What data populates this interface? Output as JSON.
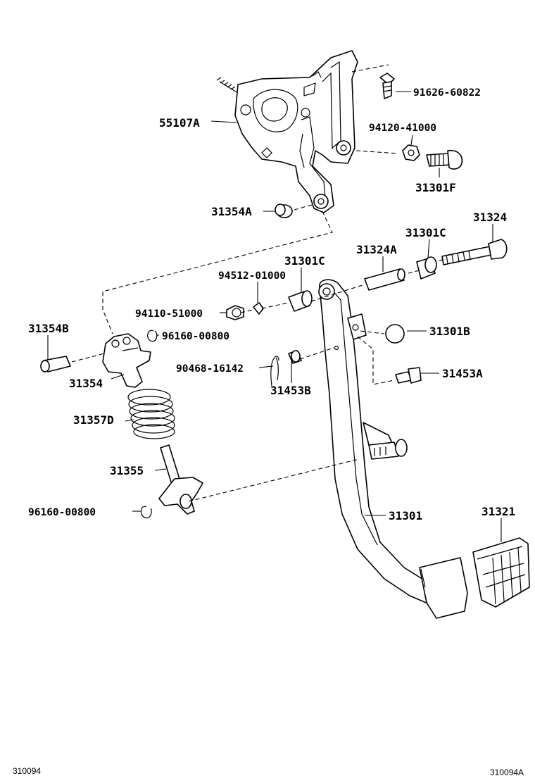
{
  "diagram": {
    "labels": {
      "p91626": "91626-60822",
      "p55107A": "55107A",
      "p94120": "94120-41000",
      "p31301F": "31301F",
      "p31354A": "31354A",
      "p31324": "31324",
      "p31301C_right": "31301C",
      "p31324A": "31324A",
      "p31301C_left": "31301C",
      "p94512": "94512-01000",
      "p94110": "94110-51000",
      "p31354B": "31354B",
      "p96160_top": "96160-00800",
      "p31301B": "31301B",
      "p90468": "90468-16142",
      "p31453A": "31453A",
      "p31453B": "31453B",
      "p31354": "31354",
      "p31357D": "31357D",
      "p31355": "31355",
      "p96160_bottom": "96160-00800",
      "p31301": "31301",
      "p31321": "31321"
    },
    "codes": {
      "left": "310094",
      "right": "310094A"
    }
  }
}
